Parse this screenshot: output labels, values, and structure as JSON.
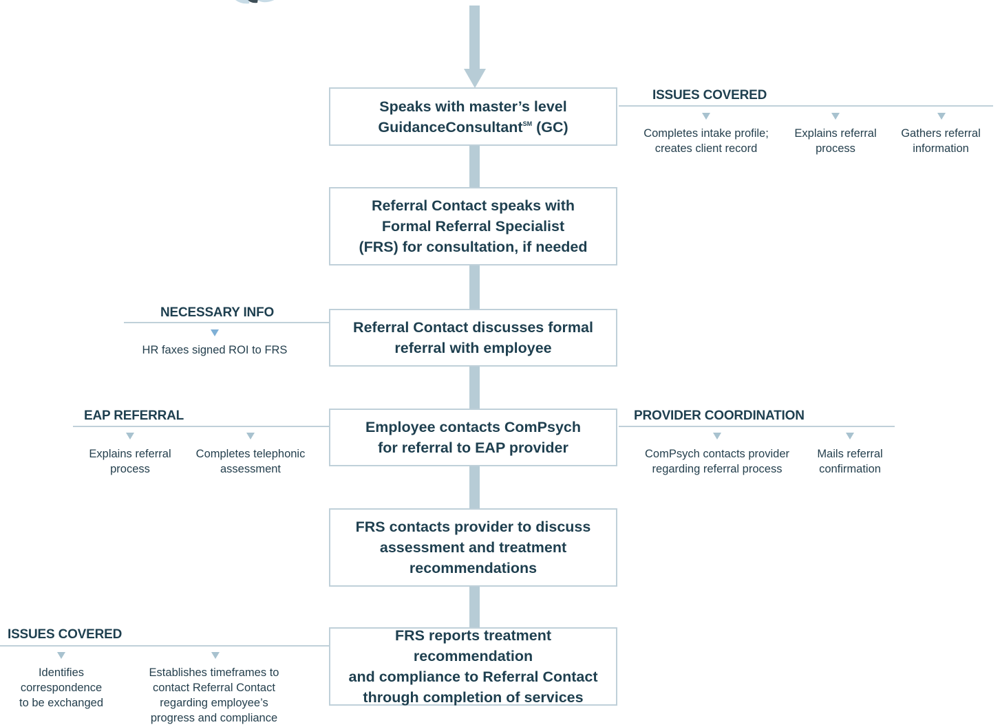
{
  "colors": {
    "spine": "#b7ccd6",
    "box_border": "#bfd0d9",
    "text_dark": "#1e3f4f",
    "triangle": "#a8c2cf",
    "triangle_blue": "#7fb0d6"
  },
  "icons": {
    "top_graphic": "circular-logo-fragment",
    "bullet": "triangle-down-icon"
  },
  "boxes": {
    "b1": {
      "line1": "Speaks with master’s level",
      "line2_pre": "GuidanceConsultant",
      "line2_sup": "SM",
      "line2_post": " (GC)"
    },
    "b2": {
      "lines": [
        "Referral Contact speaks with",
        "Formal Referral Specialist",
        "(FRS) for consultation, if needed"
      ]
    },
    "b3": {
      "lines": [
        "Referral Contact discusses formal",
        "referral with employee"
      ]
    },
    "b4": {
      "lines": [
        "Employee contacts ComPsych",
        "for referral to EAP provider"
      ]
    },
    "b5": {
      "lines": [
        "FRS contacts provider to discuss",
        "assessment and treatment",
        "recommendations"
      ]
    },
    "b6": {
      "lines": [
        "FRS reports treatment recommendation",
        "and compliance to Referral Contact",
        "through completion of services"
      ]
    }
  },
  "sides": {
    "issues_top": {
      "title": "ISSUES COVERED",
      "items": [
        [
          "Completes intake profile;",
          "creates client record"
        ],
        [
          "Explains referral",
          "process"
        ],
        [
          "Gathers referral",
          "information"
        ]
      ]
    },
    "necessary_info": {
      "title": "NECESSARY INFO",
      "items": [
        [
          "HR faxes signed ROI to FRS"
        ]
      ]
    },
    "eap_referral": {
      "title": "EAP REFERRAL",
      "items": [
        [
          "Explains referral",
          "process"
        ],
        [
          "Completes telephonic",
          "assessment"
        ]
      ]
    },
    "provider_coordination": {
      "title": "PROVIDER COORDINATION",
      "items": [
        [
          "ComPsych contacts provider",
          "regarding referral process"
        ],
        [
          "Mails referral",
          "confirmation"
        ]
      ]
    },
    "issues_bottom": {
      "title": "ISSUES COVERED",
      "items": [
        [
          "Identifies",
          "correspondence",
          "to be exchanged"
        ],
        [
          "Establishes timeframes to",
          "contact Referral Contact",
          "regarding employee’s",
          "progress and compliance"
        ]
      ]
    }
  }
}
